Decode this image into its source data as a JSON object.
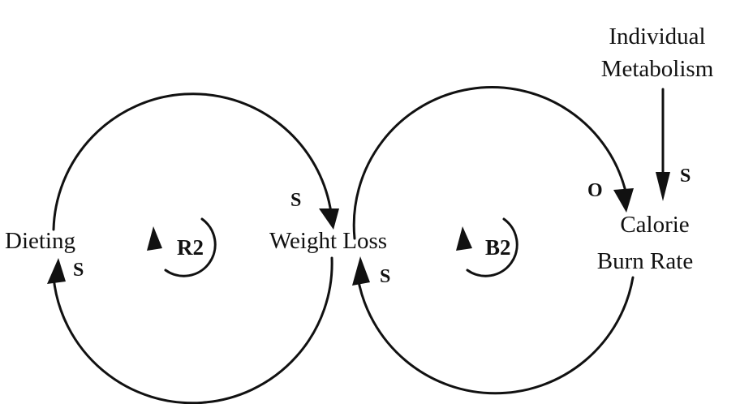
{
  "diagram": {
    "variables": {
      "dieting": "Dieting",
      "weight_loss": "Weight Loss",
      "calorie_burn_rate_line1": "Calorie",
      "calorie_burn_rate_line2": "Burn Rate",
      "individual_metabolism_line1": "Individual",
      "individual_metabolism_line2": "Metabolism"
    },
    "loops": {
      "left": "R2",
      "right": "B2"
    },
    "polarities": {
      "dieting_to_weight_loss": "S",
      "weight_loss_to_dieting": "S",
      "weight_loss_to_calorie_burn": "S",
      "calorie_burn_to_weight_loss": "O",
      "metabolism_to_calorie_burn": "S"
    }
  }
}
